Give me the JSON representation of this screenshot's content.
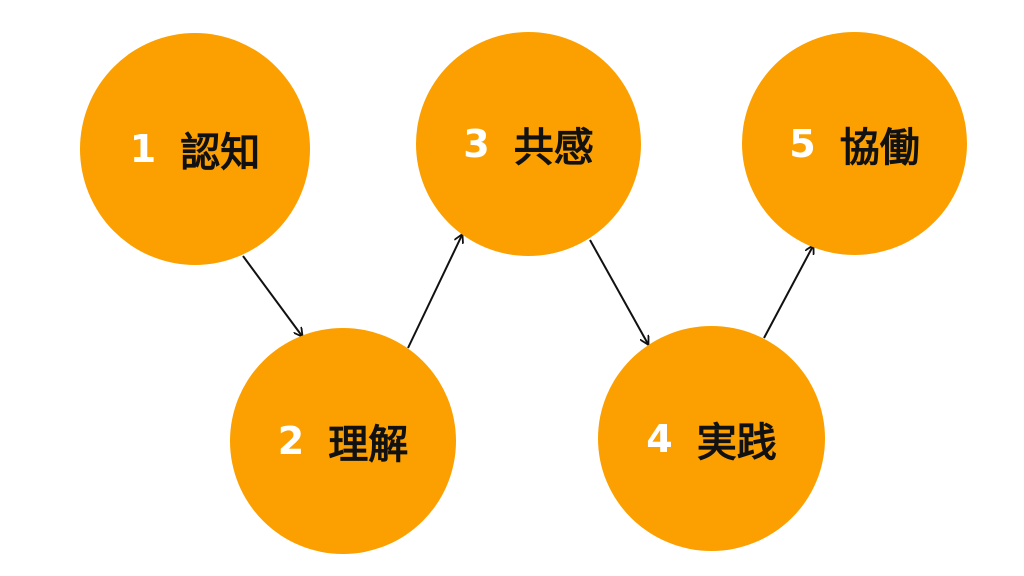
{
  "accent_color": "#FBA000",
  "steps": [
    {
      "number": "1",
      "label": "認知"
    },
    {
      "number": "2",
      "label": "理解"
    },
    {
      "number": "3",
      "label": "共感"
    },
    {
      "number": "4",
      "label": "実践"
    },
    {
      "number": "5",
      "label": "協働"
    }
  ]
}
